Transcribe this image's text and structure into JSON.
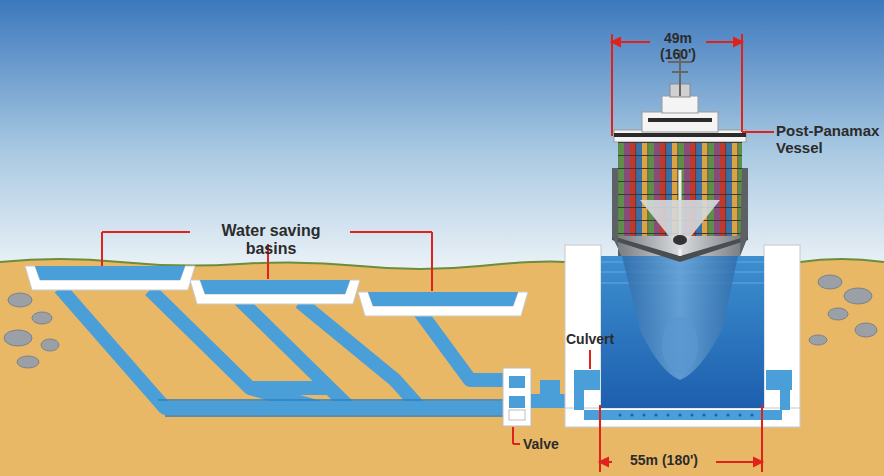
{
  "diagram": {
    "labels": [
      "49m (160')",
      "Post-Panamax Vessel",
      "Water saving basins",
      "Culvert",
      "Valve",
      "55m (180')"
    ]
  }
}
